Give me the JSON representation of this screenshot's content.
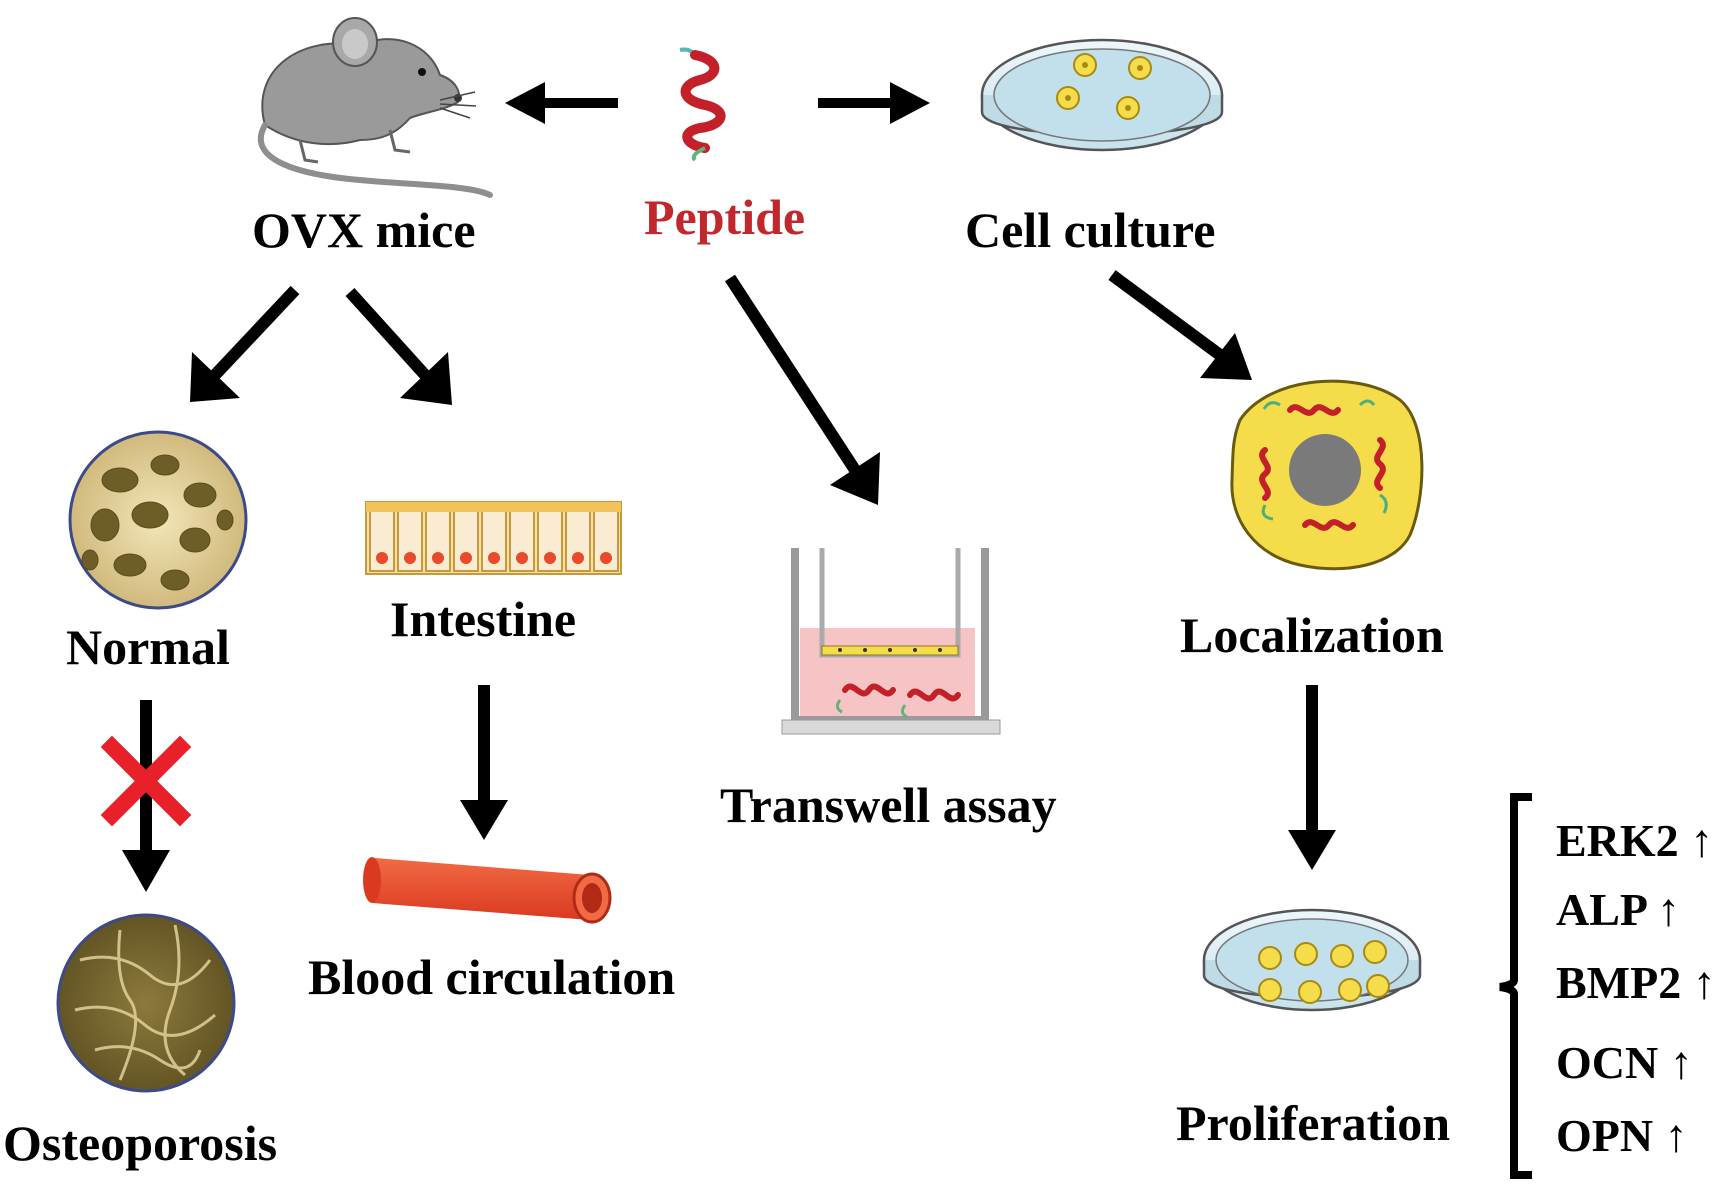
{
  "labels": {
    "peptide": "Peptide",
    "ovx_mice": "OVX mice",
    "cell_culture": "Cell culture",
    "normal": "Normal",
    "intestine": "Intestine",
    "osteoporosis": "Osteoporosis",
    "blood_circulation": "Blood circulation",
    "transwell_assay": "Transwell assay",
    "localization": "Localization",
    "proliferation": "Proliferation"
  },
  "markers": [
    {
      "name": "ERK2",
      "trend": "↑"
    },
    {
      "name": "ALP",
      "trend": "↑"
    },
    {
      "name": "BMP2",
      "trend": "↑"
    },
    {
      "name": "OCN",
      "trend": "↑"
    },
    {
      "name": "OPN",
      "trend": "↑"
    }
  ],
  "colors": {
    "peptide_label": "#c0282d",
    "arrow": "#000000",
    "cross": "#e8202a",
    "mouse": "#9a9a9a",
    "dish_fill": "#c8e3ee",
    "cell": "#f4dc4a",
    "helix": "#c3202a",
    "vessel": "#e8452c",
    "nucleus": "#7a7a7a"
  },
  "icons": [
    "mouse-icon",
    "peptide-helix-icon",
    "petri-dish-icon",
    "bone-normal-icon",
    "intestine-icon",
    "transwell-icon",
    "cell-localization-icon",
    "bone-osteoporosis-icon",
    "blood-vessel-icon",
    "petri-dish-proliferation-icon",
    "cross-icon"
  ]
}
